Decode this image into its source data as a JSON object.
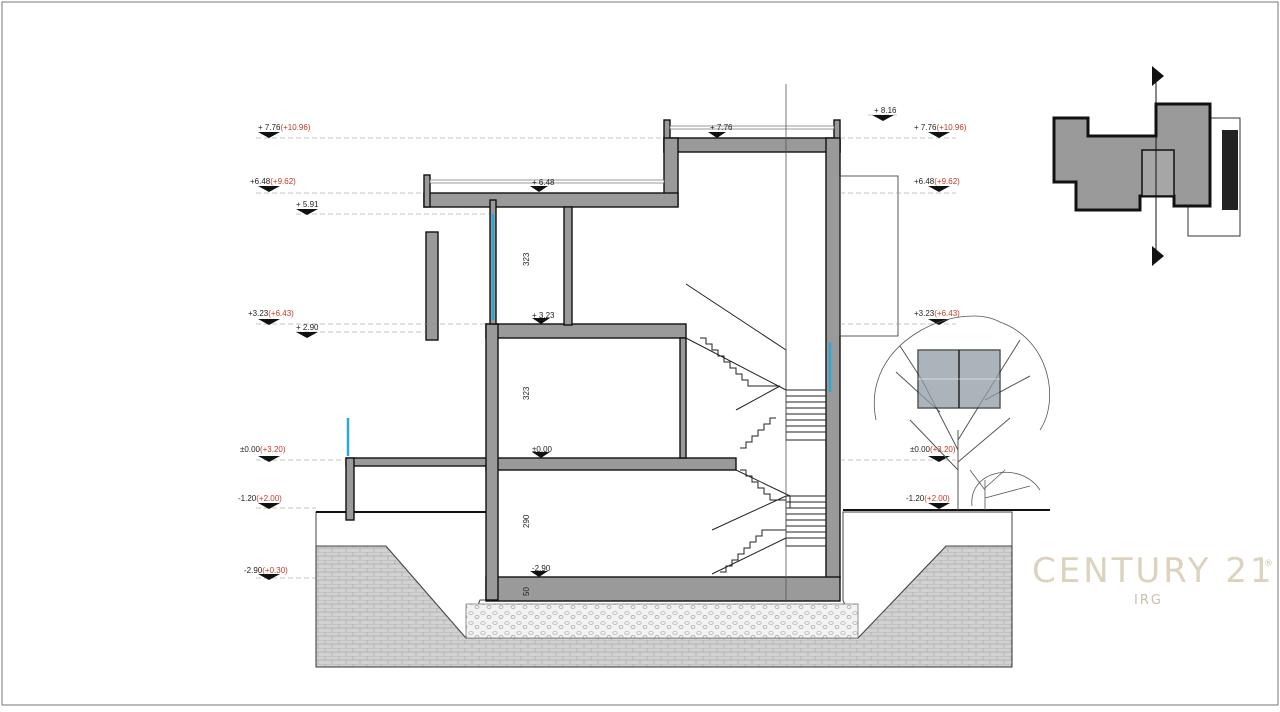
{
  "levels": [
    {
      "id": "l776-left",
      "base": "+ 7.76",
      "alt": "(+10.96)"
    },
    {
      "id": "l648-left",
      "base": "+6.48",
      "alt": "(+9.62)"
    },
    {
      "id": "l591",
      "base": "+ 5.91",
      "alt": ""
    },
    {
      "id": "l323-left",
      "base": "+3.23",
      "alt": "(+6.43)"
    },
    {
      "id": "l290",
      "base": "+ 2.90",
      "alt": ""
    },
    {
      "id": "l000-left",
      "base": "±0.00",
      "alt": "(+3.20)"
    },
    {
      "id": "l120-left",
      "base": "-1.20",
      "alt": "(+2.00)"
    },
    {
      "id": "l290neg",
      "base": "-2.90",
      "alt": "(+0.30)"
    },
    {
      "id": "l816",
      "base": "+ 8.16",
      "alt": ""
    },
    {
      "id": "l776-right",
      "base": "+ 7.76",
      "alt": "(+10.96)"
    },
    {
      "id": "l648-right",
      "base": "+6.48",
      "alt": "(+9.62)"
    },
    {
      "id": "l323-right",
      "base": "+3.23",
      "alt": "(+6.43)"
    },
    {
      "id": "l000-right",
      "base": "±0.00",
      "alt": "(+3.20)"
    },
    {
      "id": "l120-right",
      "base": "-1.20",
      "alt": "(+2.00)"
    }
  ],
  "inner_levels": {
    "roof_high": "+ 7.76",
    "roof_low": "+ 6.48",
    "floor_1": "+ 3.23",
    "floor_0": "±0.00",
    "floor_basement": "-2.90"
  },
  "dimensions": {
    "upper_floor": "323",
    "ground_floor": "323",
    "basement": "290",
    "foundation": "50"
  },
  "logo": {
    "name": "CENTURY 21",
    "mark": "®",
    "office": "IRG"
  },
  "colors": {
    "wall_fill": "#9a9a9a",
    "wall_stroke": "#111111",
    "ground_fill": "#d4d4d4",
    "gravel": "#efefef",
    "glass": "#2aa8d6",
    "level_red": "#c0392b",
    "logo": "#dcd3bf"
  }
}
